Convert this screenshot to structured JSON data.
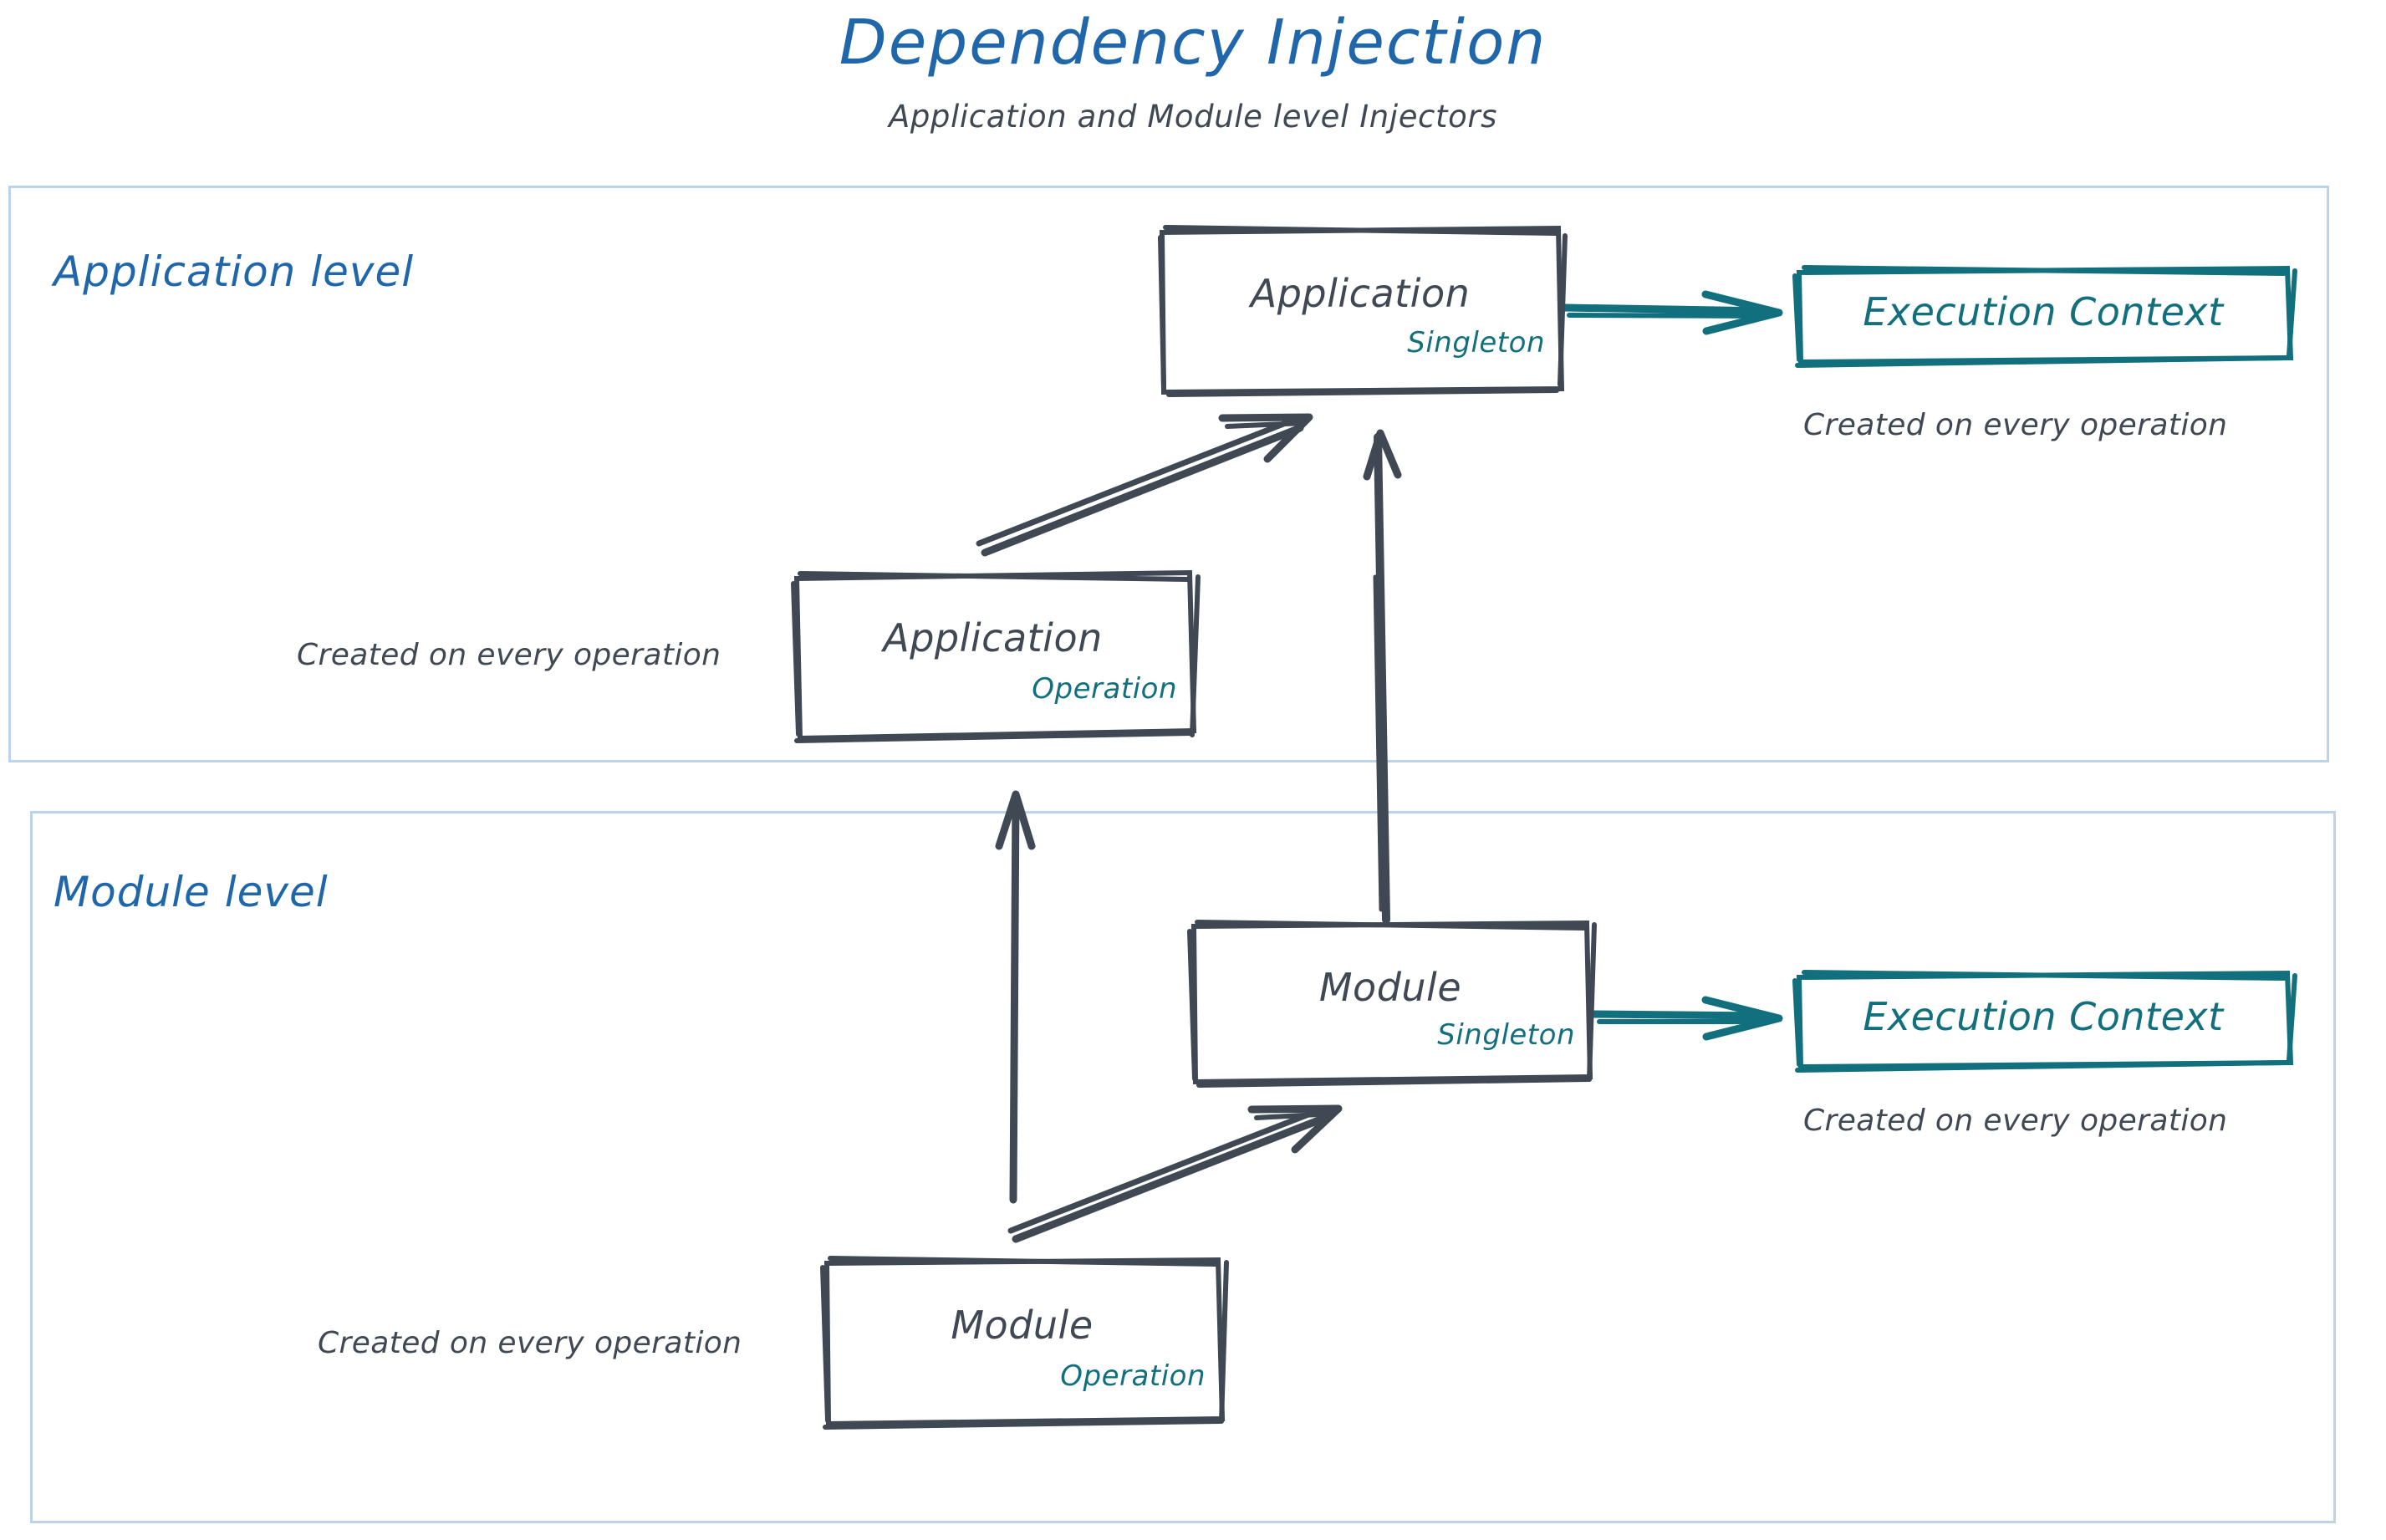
{
  "header": {
    "title": "Dependency Injection",
    "subtitle": "Application and Module level Injectors"
  },
  "colors": {
    "title_blue": "#1f66ab",
    "panel_border": "#bdd3ea",
    "sketch_dark": "#3f4853",
    "teal": "#12707e",
    "background": "#ffffff"
  },
  "sections": [
    {
      "id": "application-level",
      "label": "Application level",
      "boxes": [
        {
          "id": "app-singleton",
          "title": "Application",
          "scope": "Singleton"
        },
        {
          "id": "app-operation",
          "title": "Application",
          "scope": "Operation"
        },
        {
          "id": "exec-context-app",
          "title": "Execution Context"
        }
      ],
      "notes": [
        {
          "id": "note-app-left",
          "text": "Created on every operation"
        },
        {
          "id": "note-exec-app",
          "text": "Created on every operation"
        }
      ]
    },
    {
      "id": "module-level",
      "label": "Module level",
      "boxes": [
        {
          "id": "mod-singleton",
          "title": "Module",
          "scope": "Singleton"
        },
        {
          "id": "mod-operation",
          "title": "Module",
          "scope": "Operation"
        },
        {
          "id": "exec-context-mod",
          "title": "Execution Context"
        }
      ],
      "notes": [
        {
          "id": "note-mod-left",
          "text": "Created on every operation"
        },
        {
          "id": "note-exec-mod",
          "text": "Created on every operation"
        }
      ]
    }
  ],
  "arrows": [
    {
      "id": "app-op-to-app-singleton",
      "from": "app-operation",
      "to": "app-singleton",
      "color": "#3f4853",
      "style": "sketch-double"
    },
    {
      "id": "app-singleton-to-exec",
      "from": "app-singleton",
      "to": "exec-context-app",
      "color": "#12707e",
      "style": "sketch-double"
    },
    {
      "id": "mod-singleton-to-app-singleton",
      "from": "mod-singleton",
      "to": "app-singleton",
      "color": "#3f4853",
      "style": "sketch-double"
    },
    {
      "id": "mod-op-to-app-op",
      "from": "mod-operation",
      "to": "app-operation",
      "color": "#3f4853",
      "style": "sketch-single"
    },
    {
      "id": "mod-op-to-mod-singleton",
      "from": "mod-operation",
      "to": "mod-singleton",
      "color": "#3f4853",
      "style": "sketch-double"
    },
    {
      "id": "mod-singleton-to-exec",
      "from": "mod-singleton",
      "to": "exec-context-mod",
      "color": "#12707e",
      "style": "sketch-double"
    }
  ]
}
